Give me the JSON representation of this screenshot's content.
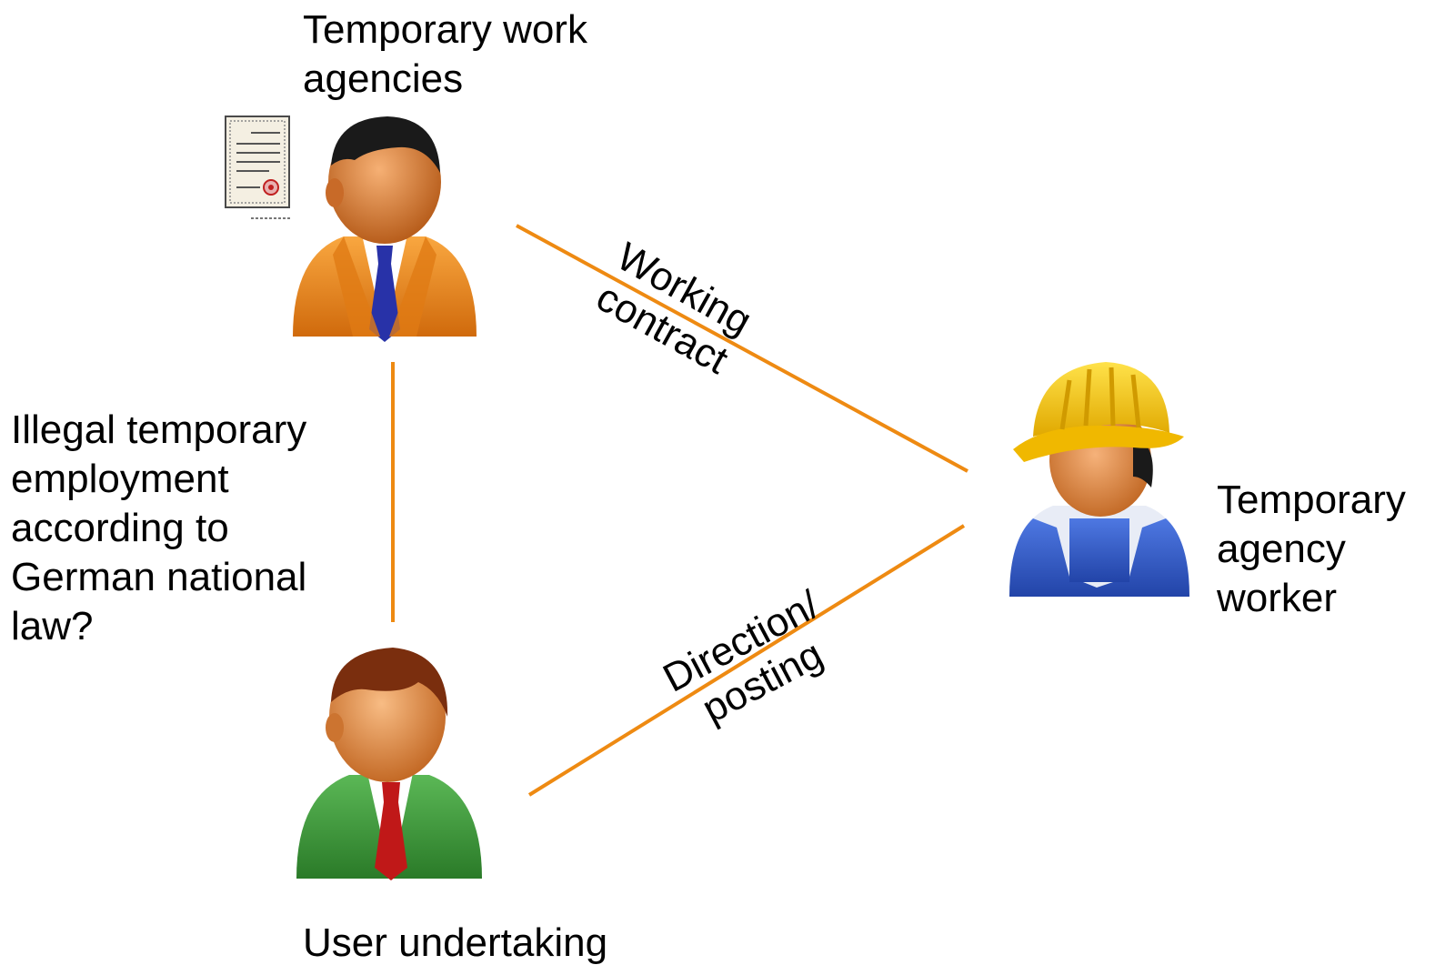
{
  "colors": {
    "connector": "#ee8a12",
    "agency_suit": "#f08a1e",
    "agency_tie": "#2832a8",
    "user_suit": "#3f9a3a",
    "user_tie": "#c01818",
    "worker_overall": "#2f56c8",
    "worker_helmet": "#f6c80e",
    "skin": "#e08a3c",
    "hair_dark": "#1a1a1a",
    "hair_brown": "#7a2e0e"
  },
  "icons": {
    "agency": "businessman-orange-icon",
    "certificate": "certificate-document-icon",
    "user": "businessman-green-icon",
    "worker": "construction-worker-icon"
  },
  "nodes": {
    "agencies": {
      "line1": "Temporary work",
      "line2": "agencies"
    },
    "worker": {
      "line1": "Temporary",
      "line2": "agency",
      "line3": "worker"
    },
    "user": {
      "line1": "User undertaking"
    }
  },
  "edges": {
    "contract": {
      "line1": "Working",
      "line2": "contract"
    },
    "direction": {
      "line1": "Direction/",
      "line2": "posting"
    },
    "illegal": {
      "line1": "Illegal temporary",
      "line2": "employment",
      "line3": "according to",
      "line4": "German national",
      "line5": "law?"
    }
  }
}
